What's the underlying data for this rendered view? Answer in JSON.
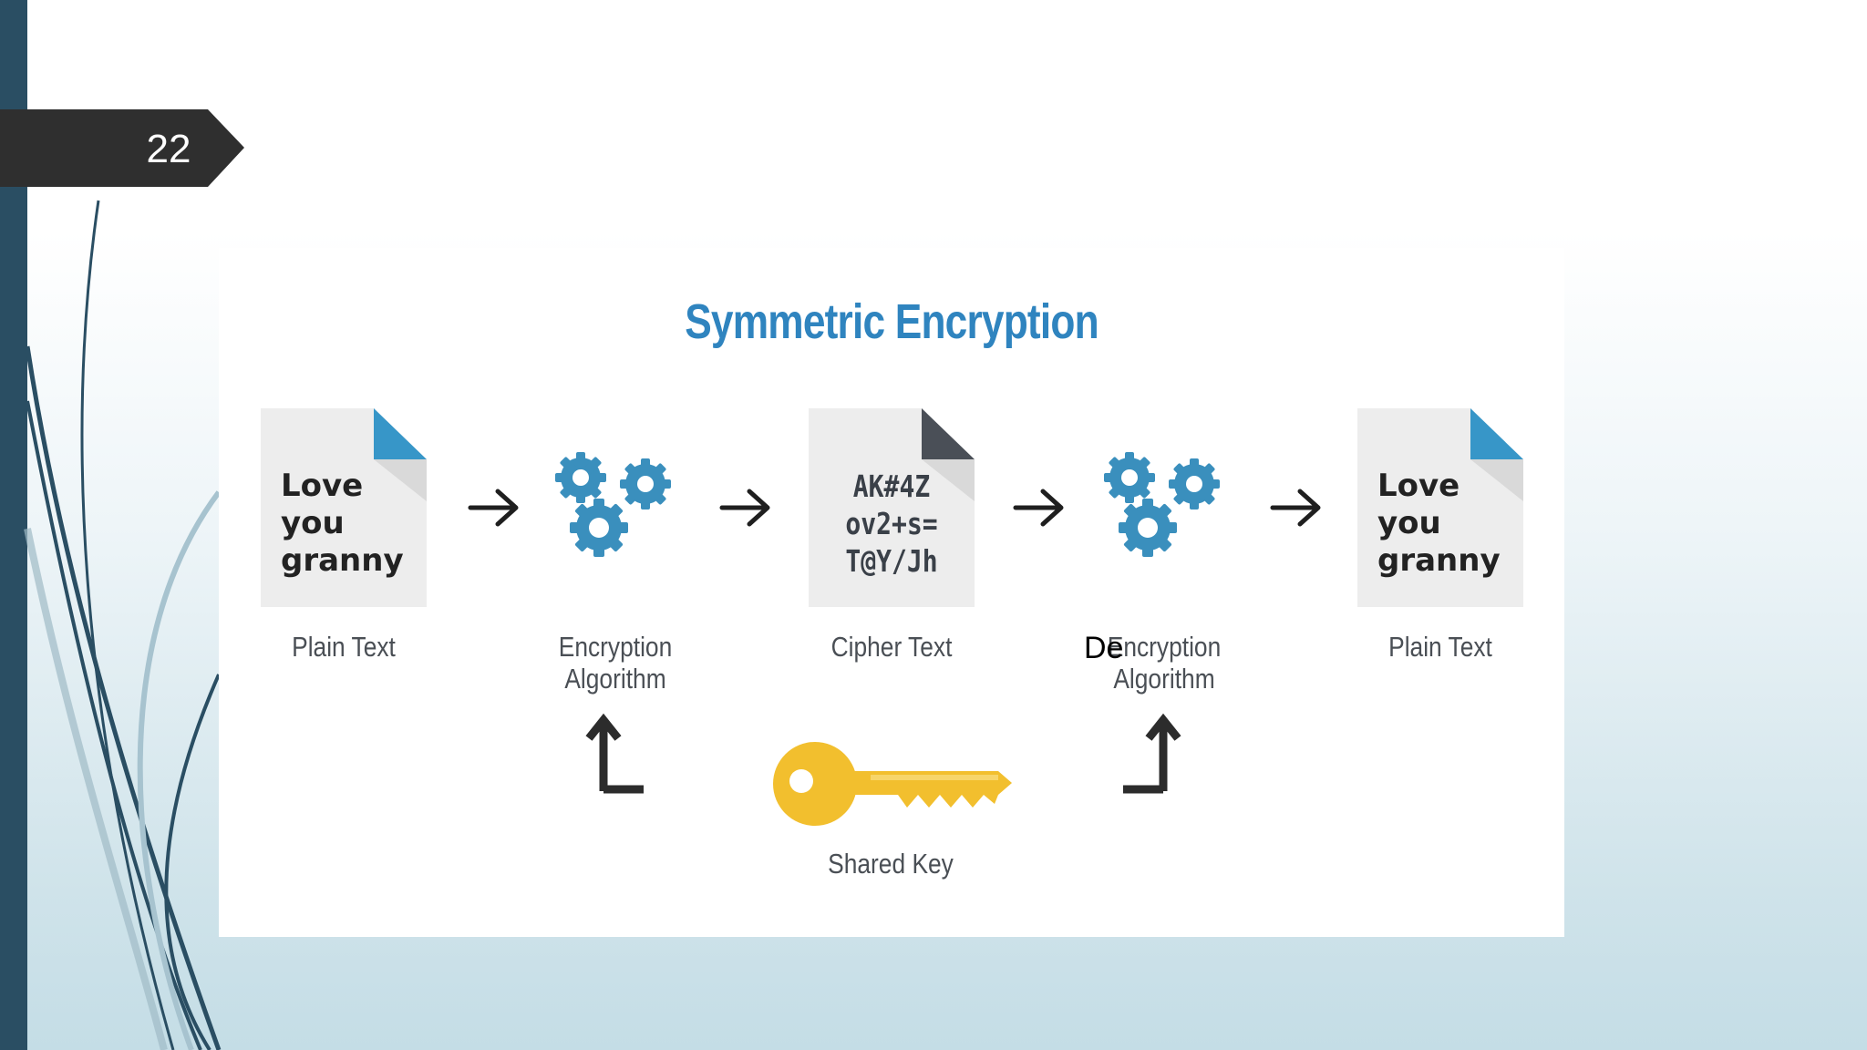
{
  "slide": {
    "page_number": "22"
  },
  "diagram": {
    "title": "Symmetric Encryption",
    "plain_text_left": {
      "lines": [
        "Love",
        "you",
        "granny"
      ],
      "caption": "Plain Text"
    },
    "encryption": {
      "caption_line1": "Encryption",
      "caption_line2": "Algorithm"
    },
    "cipher": {
      "lines": [
        "AK#4Z",
        "ov2+s=",
        "T@Y/Jh"
      ],
      "caption": "Cipher Text"
    },
    "decryption": {
      "caption_line1": "Encryption",
      "caption_line2": "Algorithm",
      "overlay_text": "De"
    },
    "plain_text_right": {
      "lines": [
        "Love",
        "you",
        "granny"
      ],
      "caption": "Plain Text"
    },
    "key": {
      "caption": "Shared Key"
    }
  },
  "colors": {
    "accent_blue": "#2f84bf",
    "gear_blue": "#3a8fbd",
    "key_yellow": "#f2bf2e",
    "dark_bar": "#2a4e63",
    "page_tag": "#2f2f2f"
  }
}
